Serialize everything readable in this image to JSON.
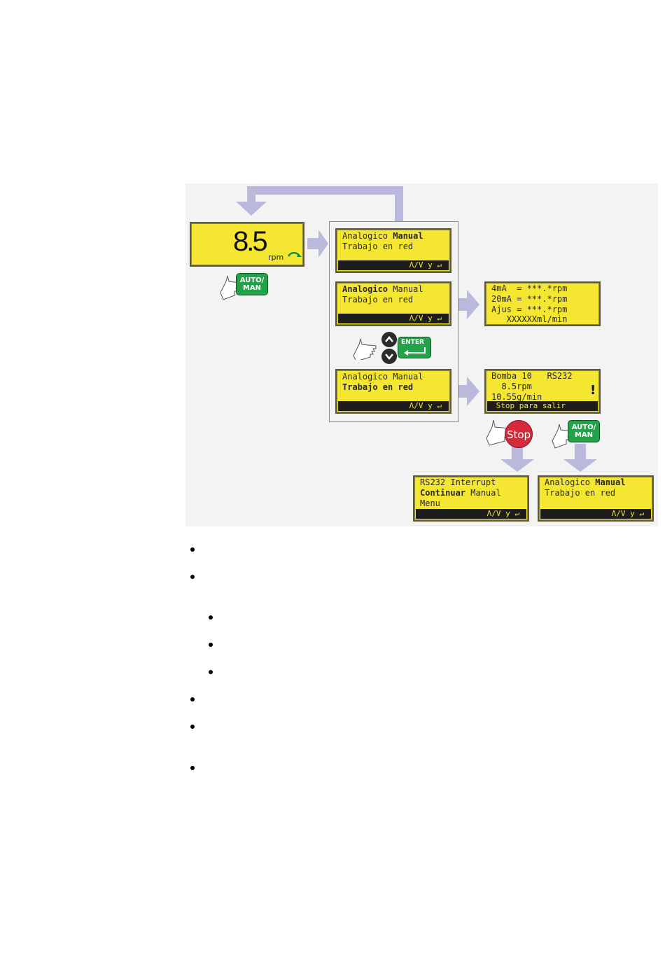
{
  "rpm_display": {
    "value": "8.5",
    "unit": "rpm"
  },
  "buttons": {
    "auto_man": "AUTO/\nMAN",
    "auto_man_2": "AUTO/\nMAN",
    "enter": "ENTER",
    "stop": "Stop"
  },
  "menu": [
    {
      "line1a": "Analogico ",
      "line1b": "Manual",
      "line2": "Trabajo en red",
      "bar": "Λ/V y ↵"
    },
    {
      "line1a": "Analogico",
      "line1b": " Manual",
      "line2": "Trabajo en red",
      "bar": "Λ/V y ↵"
    },
    {
      "line1": "Analogico Manual",
      "line2": "Trabajo en red",
      "bar": "Λ/V y ↵"
    }
  ],
  "analog_screen": {
    "line1": "4mA  = ***.*rpm",
    "line2": "20mA = ***.*rpm",
    "line3": "Ajus = ***.*rpm",
    "line4": "   XXXXXXml/min"
  },
  "network_screen": {
    "line1": "Bomba 10   RS232",
    "line2": "  8.5rpm",
    "line3": "10.55g/min",
    "bar": " Stop para salir",
    "alert": "!"
  },
  "interrupt_screen": {
    "line1": "RS232 Interrupt",
    "line2a": "Continuar",
    "line2b": " Manual",
    "line3": "Menu",
    "bar": "Λ/V y ↵"
  },
  "return_screen": {
    "line1a": "Analogico ",
    "line1b": "Manual",
    "line2": "Trabajo en red",
    "bar": "Λ/V y ↵"
  },
  "colors": {
    "lcd": "#f4e631",
    "arrow": "#b9b9dc",
    "green": "#23a24a",
    "stop": "#d42a3a"
  }
}
